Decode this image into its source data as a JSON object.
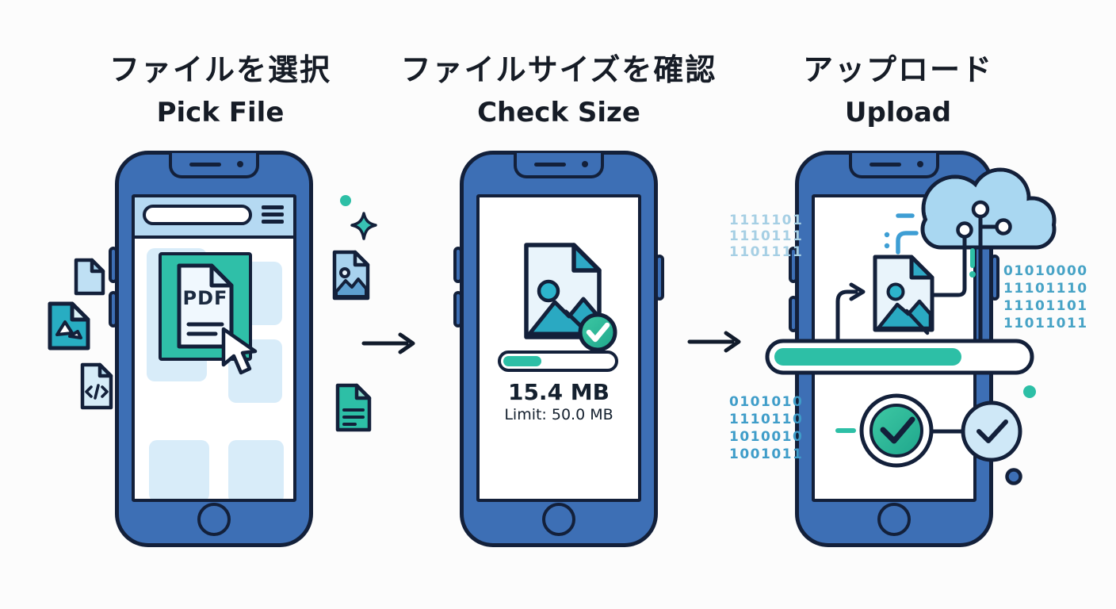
{
  "steps": [
    {
      "title_ja": "ファイルを選択",
      "title_en": "Pick File"
    },
    {
      "title_ja": "ファイルサイズを確認",
      "title_en": "Check Size"
    },
    {
      "title_ja": "アップロード",
      "title_en": "Upload"
    }
  ],
  "phone1": {
    "pdf_label": "PDF"
  },
  "phone2": {
    "file_size": "15.4 MB",
    "limit": "Limit: 50.0 MB"
  },
  "phone3": {
    "binary_top_left": [
      "1111101",
      "1110111",
      "1101111"
    ],
    "binary_bottom_left": [
      "0101010",
      "1110110",
      "1010010",
      "1001011"
    ],
    "binary_right": [
      "01010000",
      "11101110",
      "11101101",
      "11011011"
    ]
  },
  "icons": [
    "pdf-file-icon",
    "image-file-icon",
    "code-file-icon",
    "document-file-icon",
    "plain-file-icon",
    "sparkle-icon",
    "cursor-icon",
    "arrow-right-icon",
    "elbow-arrow-icon",
    "check-badge-icon",
    "cloud-network-icon",
    "check-circle-icon",
    "hamburger-menu-icon",
    "search-bar",
    "home-button",
    "speaker-slot",
    "camera-dot",
    "progress-bar",
    "exclamation-mark"
  ],
  "colors": {
    "phone_blue": "#3d6fb5",
    "outline": "#13203a",
    "teal": "#2dbfa6",
    "cyan_teal": "#2aa9c2",
    "header_blue": "#b5d9f2",
    "tile_blue": "#d8ecf9",
    "cloud_blue": "#a9d7f1",
    "binary_pale": "#a6cfe4",
    "binary_blue": "#3f9dc9",
    "check_green": "#2db392",
    "pale_doc": "#e9f4fb"
  }
}
